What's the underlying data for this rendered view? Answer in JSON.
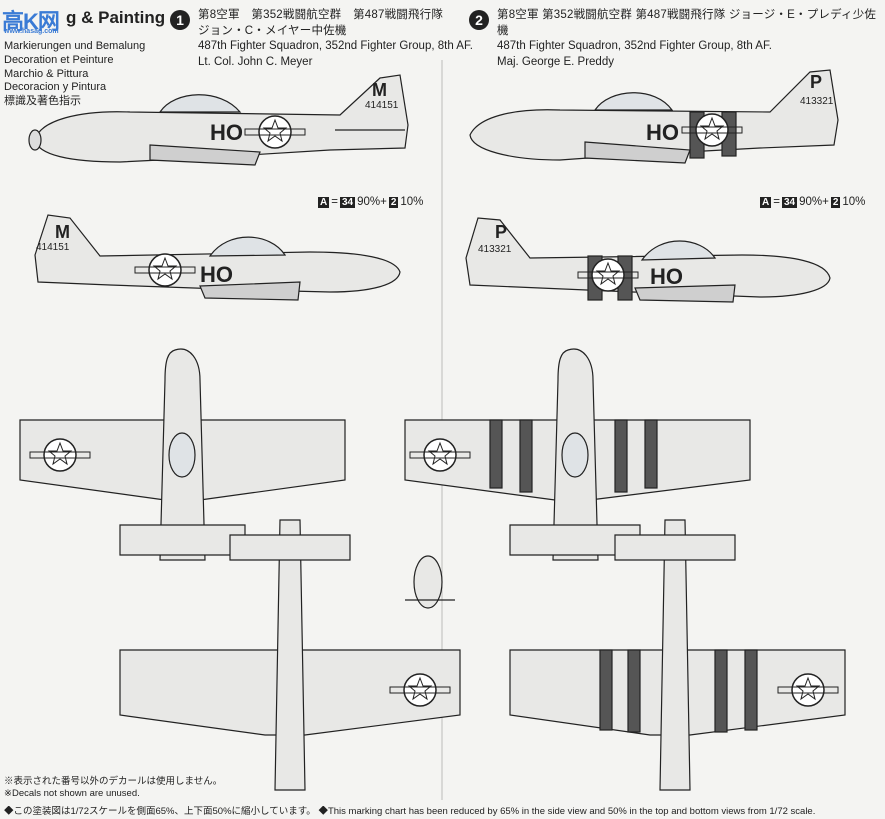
{
  "header": {
    "title": "g & Painting",
    "subtitles": [
      "Markierungen und Bemalung",
      "Decoration et Peinture",
      "Marchio & Pittura",
      "Decoracion y Pintura",
      "標識及著色指示"
    ],
    "logo_text": "高K网",
    "logo_sub": "www.hasag.com"
  },
  "scheme1": {
    "number": "1",
    "japanese": "第8空軍　第352戦闘航空群　第487戦闘飛行隊",
    "pilot_jp": "ジョン・C・メイヤー中佐機",
    "unit_en": "487th Fighter Squadron, 352nd Fighter Group, 8th AF.",
    "pilot_en": "Lt. Col. John C. Meyer",
    "code_tail": "M",
    "serial": "414151",
    "code_fus": "HO"
  },
  "scheme2": {
    "number": "2",
    "japanese": "第8空軍 第352戦闘航空群 第487戦闘飛行隊 ジョージ・E・プレディ少佐機",
    "unit_en": "487th Fighter Squadron, 352nd Fighter Group, 8th AF.",
    "pilot_en": "Maj. George E. Preddy",
    "code_tail": "P",
    "serial": "413321",
    "code_fus": "HO"
  },
  "color_mix": {
    "left": {
      "a": "A",
      "eq": "=",
      "c1": "34",
      "p1": "90%+",
      "c2": "2",
      "p2": "10%"
    },
    "right": {
      "a": "A",
      "eq": "=",
      "c1": "34",
      "p1": "90%+",
      "c2": "2",
      "p2": "10%"
    }
  },
  "notes": {
    "n1_jp": "※表示された番号以外のデカールは使用しません。",
    "n1_en": "※Decals not shown are unused.",
    "n2_jp": "◆この塗装図は1/72スケールを側面65%、上下面50%に縮小しています。",
    "n2_en": "◆This marking chart has been reduced by 65% in the side view and 50% in the top and bottom views from 1/72 scale."
  },
  "colors": {
    "ink": "#222222",
    "paper": "#f4f4f2",
    "logo": "#3a7bd5"
  }
}
